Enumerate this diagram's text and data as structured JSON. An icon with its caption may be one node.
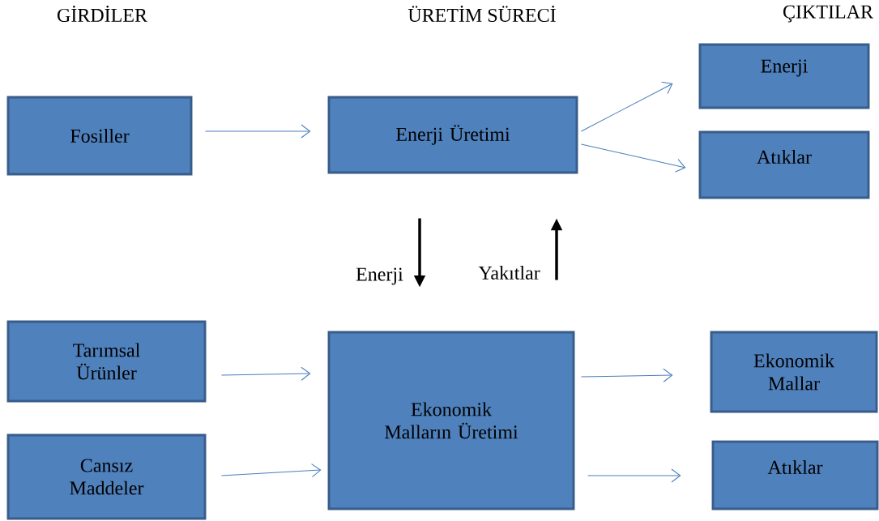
{
  "diagram": {
    "nodes": [
      {
        "text": [
          "Fosiller"
        ]
      },
      {
        "text": [
          "Enerji Üretimi"
        ]
      },
      {
        "text": [
          "Enerji"
        ]
      },
      {
        "text": [
          "Atıklar"
        ]
      },
      {
        "text": [
          "Tarımsal Ürünler"
        ]
      },
      {
        "text": [
          "Cansız Maddeler"
        ]
      },
      {
        "text": [
          "Ekonomik Malların Üretimi"
        ]
      },
      {
        "text": [
          "Ekonomik Mallar"
        ]
      },
      {
        "text": [
          "Atıklar"
        ]
      }
    ],
    "edges": [
      {
        "from": 0,
        "to": 1,
        "arrow": "to"
      },
      {
        "from": 1,
        "to": 2,
        "arrow": "to"
      },
      {
        "from": 1,
        "to": 3,
        "arrow": "to"
      },
      {
        "from": 1,
        "to": 6,
        "arrow": "to",
        "label": "Enerji",
        "style": "thick",
        "color": "#000000"
      },
      {
        "from": 6,
        "to": 1,
        "arrow": "to",
        "label": "Yakıtlar",
        "style": "thick",
        "color": "#000000"
      },
      {
        "from": 4,
        "to": 6,
        "arrow": "to"
      },
      {
        "from": 5,
        "to": 6,
        "arrow": "to"
      },
      {
        "from": 6,
        "to": 7,
        "arrow": "to"
      },
      {
        "from": 6,
        "to": 8,
        "arrow": "to"
      }
    ],
    "labels": [
      "GİRDİLER",
      "ÜRETİM SÜRECİ",
      "ÇIKTILAR"
    ]
  }
}
